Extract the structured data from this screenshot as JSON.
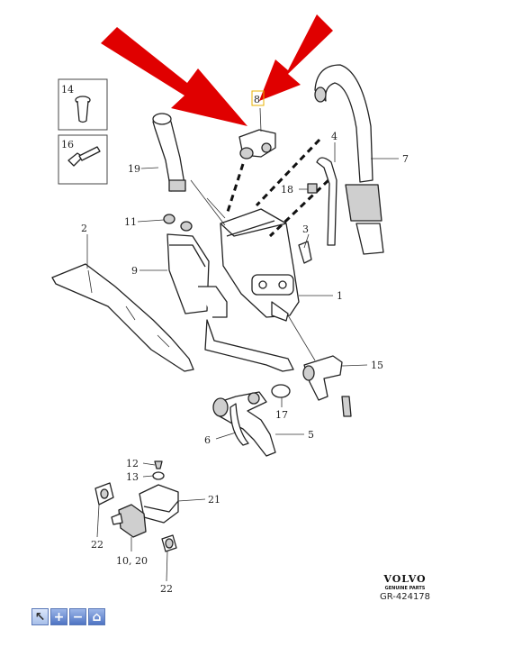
{
  "diagram": {
    "callouts": {
      "c1": "1",
      "c2": "2",
      "c3": "3",
      "c4": "4",
      "c5": "5",
      "c6": "6",
      "c7": "7",
      "c8": "8",
      "c9": "9",
      "c11": "11",
      "c12": "12",
      "c13": "13",
      "c14": "14",
      "c15": "15",
      "c16": "16",
      "c17": "17",
      "c18": "18",
      "c19": "19",
      "c1020": "10, 20",
      "c21": "21",
      "c22a": "22",
      "c22b": "22"
    },
    "highlight_color": "#e00000",
    "highlight_box_color": "#e8b000"
  },
  "brand": {
    "name": "VOLVO",
    "tagline": "GENUINE PARTS",
    "code": "GR-424178"
  },
  "toolbar": {
    "buttons": [
      {
        "icon": "cursor-icon",
        "glyph": "↖"
      },
      {
        "icon": "zoom-in-icon",
        "glyph": "+"
      },
      {
        "icon": "zoom-out-icon",
        "glyph": "−"
      },
      {
        "icon": "home-icon",
        "glyph": "⌂"
      }
    ]
  }
}
